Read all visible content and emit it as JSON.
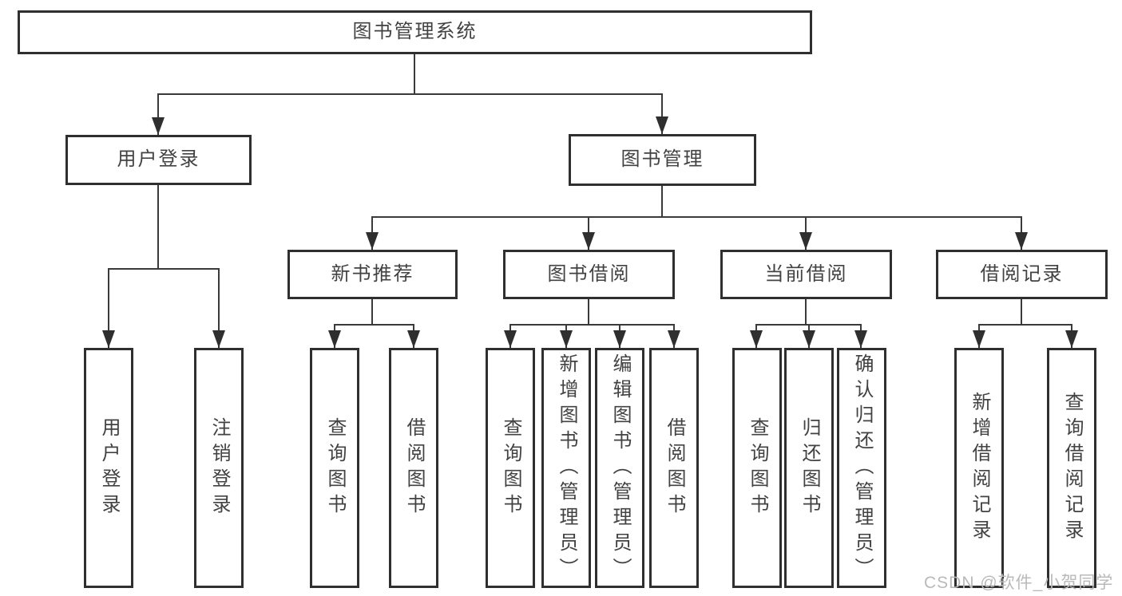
{
  "diagram_type": "hierarchy-tree",
  "colors": {
    "background": "#ffffff",
    "box_border": "#2f2f2f",
    "connector_line": "#3a3a3a",
    "text": "#424242",
    "watermark": "#b9b9b9"
  },
  "tree": {
    "label": "图书管理系统",
    "children": [
      {
        "label": "用户登录",
        "children": [
          {
            "label": "用户登录"
          },
          {
            "label": "注销登录"
          }
        ]
      },
      {
        "label": "图书管理",
        "children": [
          {
            "label": "新书推荐",
            "children": [
              {
                "label": "查询图书"
              },
              {
                "label": "借阅图书"
              }
            ]
          },
          {
            "label": "图书借阅",
            "children": [
              {
                "label": "查询图书"
              },
              {
                "label": "新增图书（管理员）"
              },
              {
                "label": "编辑图书（管理员）"
              },
              {
                "label": "借阅图书"
              }
            ]
          },
          {
            "label": "当前借阅",
            "children": [
              {
                "label": "查询图书"
              },
              {
                "label": "归还图书"
              },
              {
                "label": "确认归还（管理员）"
              }
            ]
          },
          {
            "label": "借阅记录",
            "children": [
              {
                "label": "新增借阅记录"
              },
              {
                "label": "查询借阅记录"
              }
            ]
          }
        ]
      }
    ]
  },
  "watermark": {
    "text": "CSDN @软件_小贺同学"
  }
}
